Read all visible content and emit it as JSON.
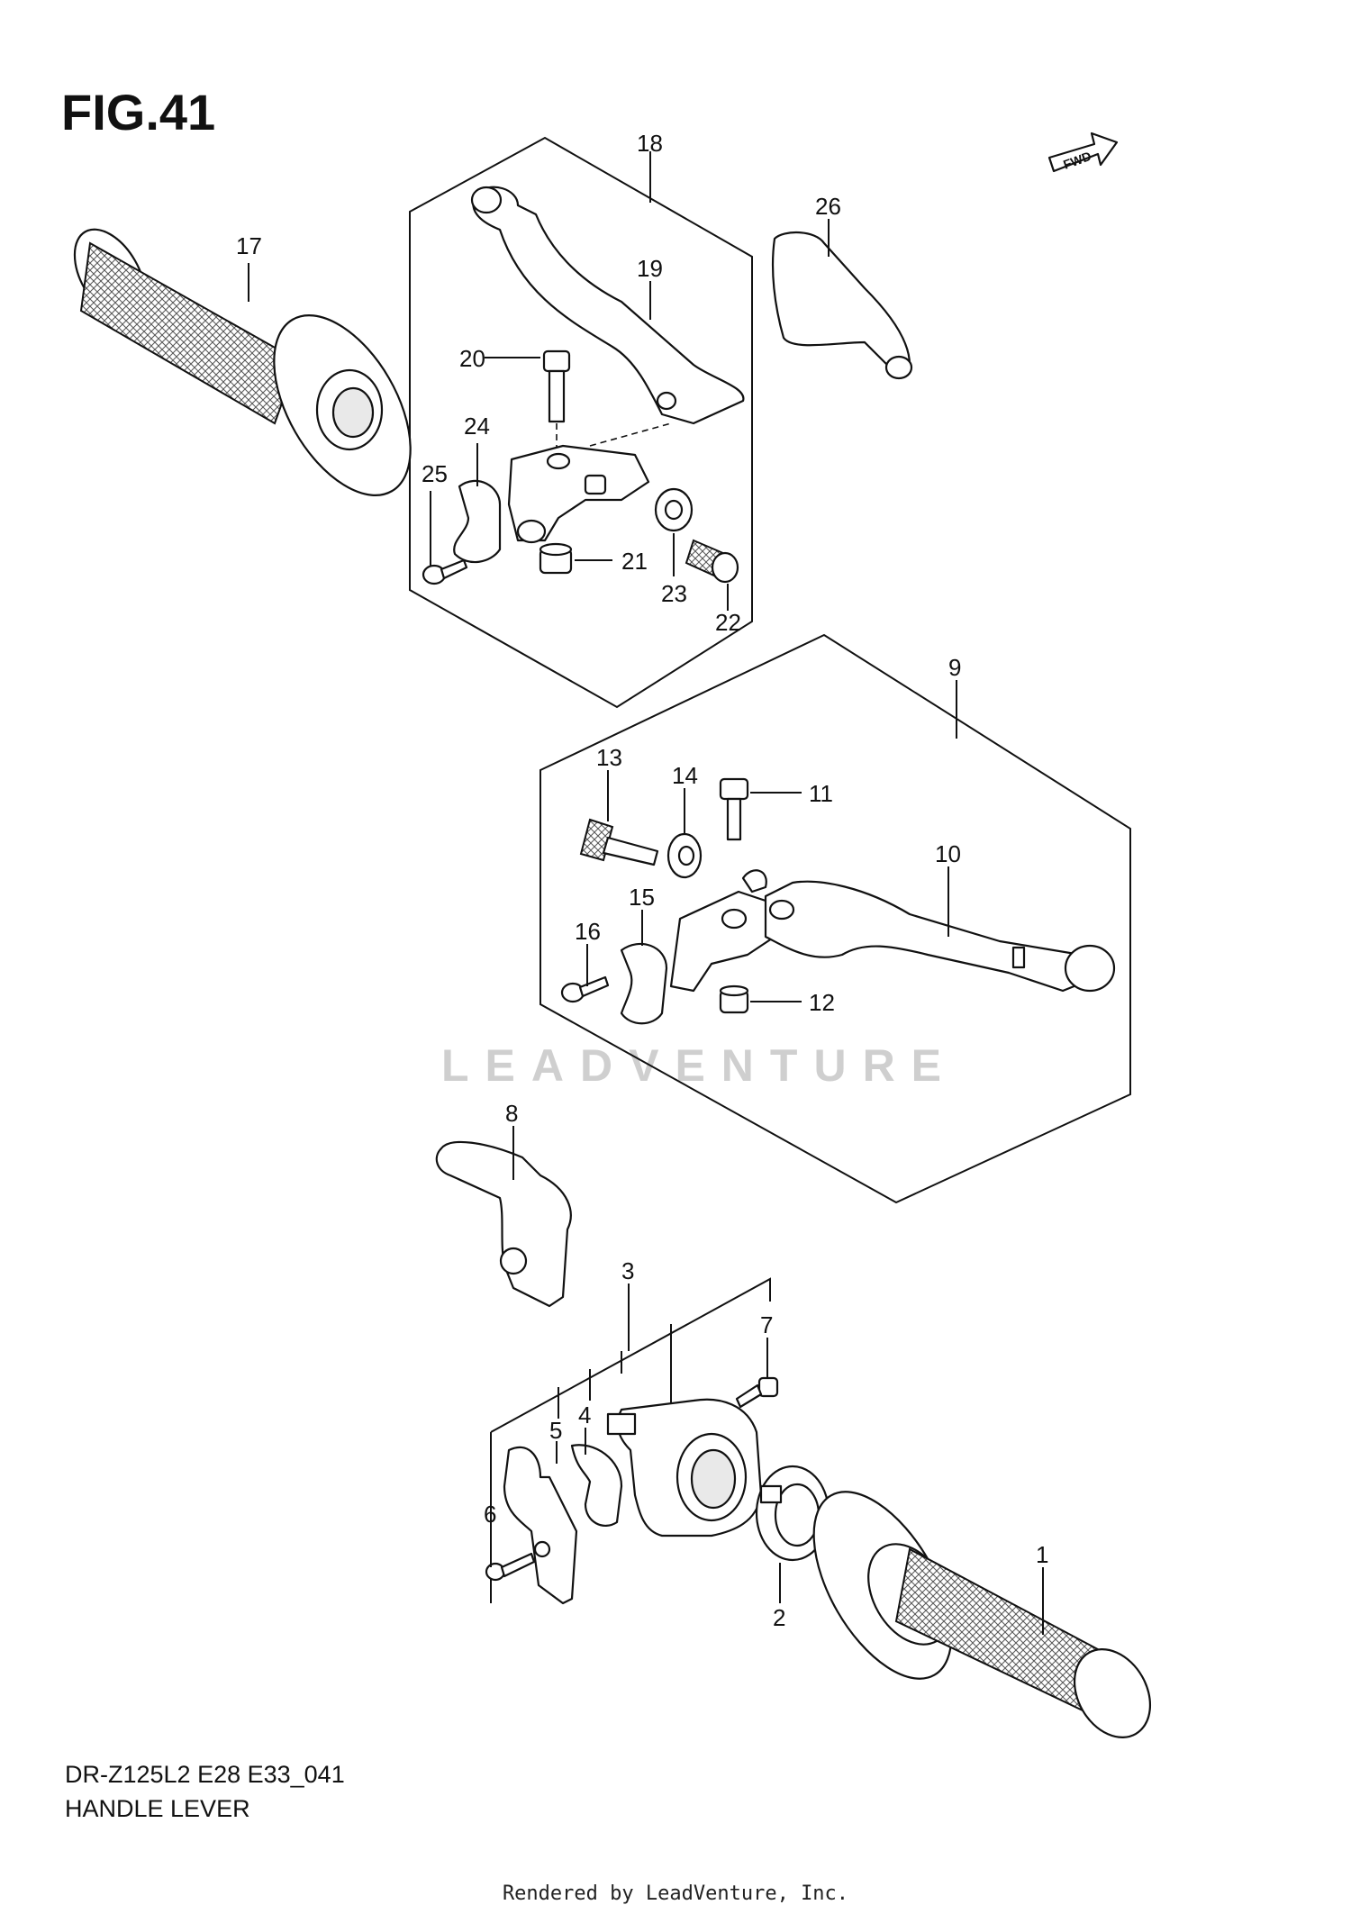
{
  "figure": {
    "title": "FIG.41"
  },
  "diagram": {
    "model_code": "DR-Z125L2 E28 E33_041",
    "section_name": "HANDLE LEVER",
    "direction_marker": "FWD",
    "watermark": "LEADVENTURE",
    "render_note": "Rendered by LeadVenture, Inc."
  },
  "callouts": [
    {
      "id": "1"
    },
    {
      "id": "2"
    },
    {
      "id": "3"
    },
    {
      "id": "4"
    },
    {
      "id": "5"
    },
    {
      "id": "6"
    },
    {
      "id": "7"
    },
    {
      "id": "8"
    },
    {
      "id": "9"
    },
    {
      "id": "10"
    },
    {
      "id": "11"
    },
    {
      "id": "12"
    },
    {
      "id": "13"
    },
    {
      "id": "14"
    },
    {
      "id": "15"
    },
    {
      "id": "16"
    },
    {
      "id": "17"
    },
    {
      "id": "18"
    },
    {
      "id": "19"
    },
    {
      "id": "20"
    },
    {
      "id": "21"
    },
    {
      "id": "22"
    },
    {
      "id": "23"
    },
    {
      "id": "24"
    },
    {
      "id": "25"
    },
    {
      "id": "26"
    }
  ]
}
